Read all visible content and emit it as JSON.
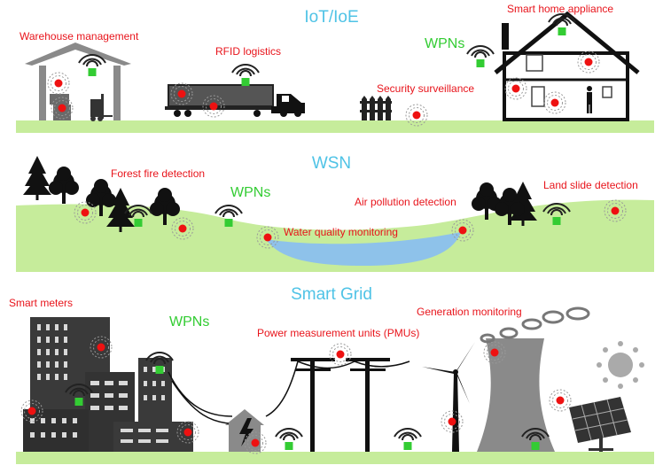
{
  "sections": {
    "iot": {
      "title": "IoT/IoE",
      "labels": {
        "warehouse": "Warehouse management",
        "rfid": "RFID logistics",
        "wpns": "WPNs",
        "security": "Security surveillance",
        "smart_home": "Smart home appliance"
      }
    },
    "wsn": {
      "title": "WSN",
      "labels": {
        "forest_fire": "Forest fire detection",
        "wpns": "WPNs",
        "water_quality": "Water quality monitoring",
        "air_pollution": "Air pollution detection",
        "land_slide": "Land slide detection"
      }
    },
    "grid": {
      "title": "Smart Grid",
      "labels": {
        "smart_meters": "Smart meters",
        "wpns": "WPNs",
        "pmu": "Power measurement units (PMUs)",
        "generation": "Generation monitoring"
      }
    }
  },
  "colors": {
    "title": "#4fc3e6",
    "label": "#e8141b",
    "wpn_label": "#33cc33",
    "ground": "#c6ec9b",
    "water": "#8ec2ea",
    "sensor": "#ee1111",
    "wpn_node": "#33cc33",
    "building": "#3a3a3a",
    "plant": "#8a8a8a"
  },
  "icons": [
    "sensor-node-icon",
    "wpn-node-icon",
    "warehouse-icon",
    "forklift-icon",
    "truck-icon",
    "fence-icon",
    "house-icon",
    "tree-icon",
    "building-icon",
    "transformer-icon",
    "power-pole-icon",
    "wind-turbine-icon",
    "cooling-tower-icon",
    "solar-panel-icon",
    "sun-icon"
  ]
}
